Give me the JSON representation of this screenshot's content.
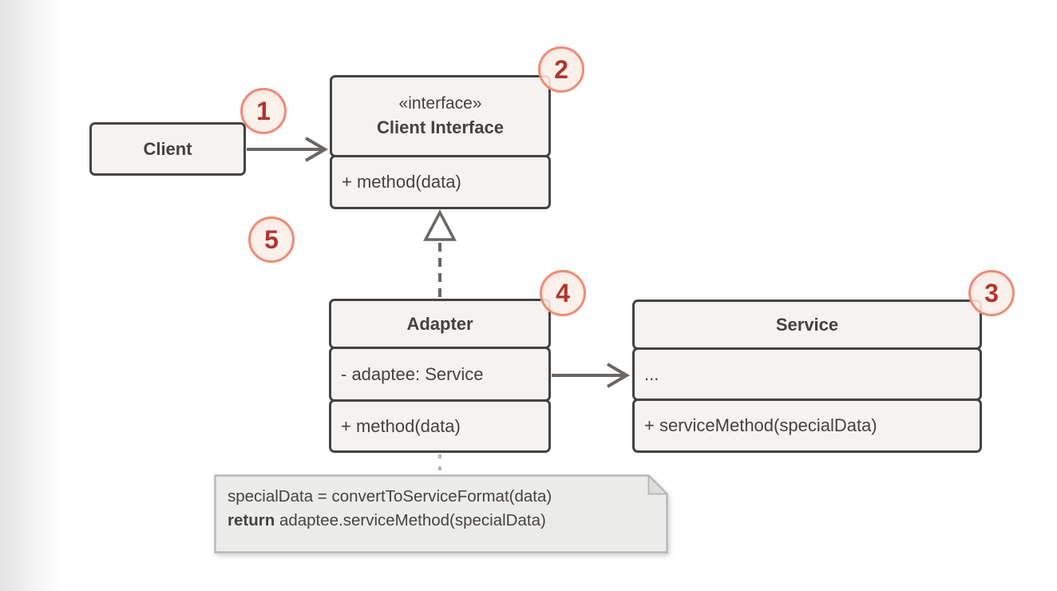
{
  "colors": {
    "box_fill": "#f4f3f1",
    "box_border": "#45423f",
    "text": "#454140",
    "arrow": "#696663",
    "badge_border": "#ee8c77",
    "badge_fill": "#fcefe8",
    "badge_number": "#b23530",
    "note_fill": "#ececea",
    "note_border": "#b8b8b6",
    "note_anchor_line": "#b5b5b2"
  },
  "diagram": {
    "client": {
      "name": "Client"
    },
    "client_interface": {
      "stereotype": "«interface»",
      "name": "Client Interface",
      "method": "+ method(data)"
    },
    "adapter": {
      "name": "Adapter",
      "attribute": "- adaptee: Service",
      "method": "+ method(data)"
    },
    "service": {
      "name": "Service",
      "attribute": "...",
      "method": "+ serviceMethod(specialData)"
    },
    "note": {
      "line1": "specialData = convertToServiceFormat(data)",
      "line2_keyword": "return",
      "line2_rest": "adaptee.serviceMethod(specialData)"
    },
    "badges": [
      "1",
      "2",
      "3",
      "4",
      "5"
    ]
  }
}
